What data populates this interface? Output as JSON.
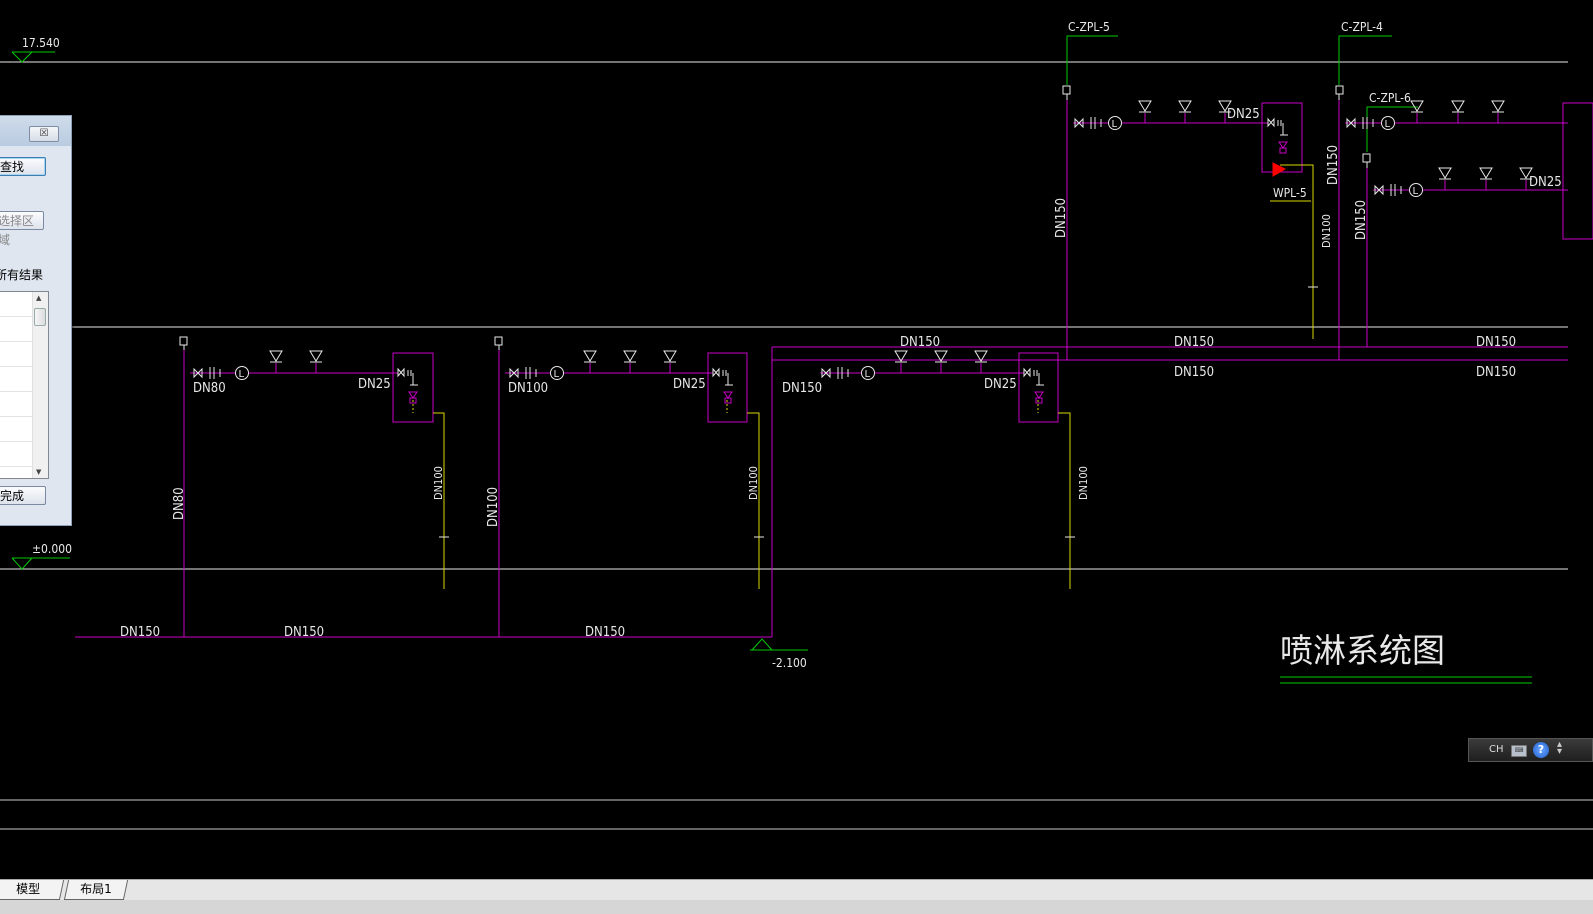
{
  "drawing": {
    "title": "喷淋系统图",
    "elevations": [
      "17.540",
      "±0.000",
      "-2.100"
    ],
    "risers": [
      "C-ZPL-5",
      "C-ZPL-4",
      "C-ZPL-6"
    ],
    "equipment": [
      "WPL-5"
    ],
    "pipe_labels": {
      "dn150": "DN150",
      "dn100": "DN100",
      "dn80": "DN80",
      "dn25": "DN25"
    },
    "flow_switch_symbol": "L",
    "colors": {
      "background": "#000000",
      "pipe": "#c800c8",
      "drain": "#d9d900",
      "riser_label": "#00c800",
      "level_line": "#e8e8e8",
      "alarm_valve": "#ff0000"
    }
  },
  "find_dialog": {
    "close_label": "☒",
    "find_button": "查找",
    "select_area_button": "选择区域",
    "all_results_label": "所有结果",
    "done_button": "完成"
  },
  "status_tray": {
    "language": "CH",
    "help_icon": "?"
  },
  "layout_tabs": [
    "模型",
    "布局1"
  ]
}
